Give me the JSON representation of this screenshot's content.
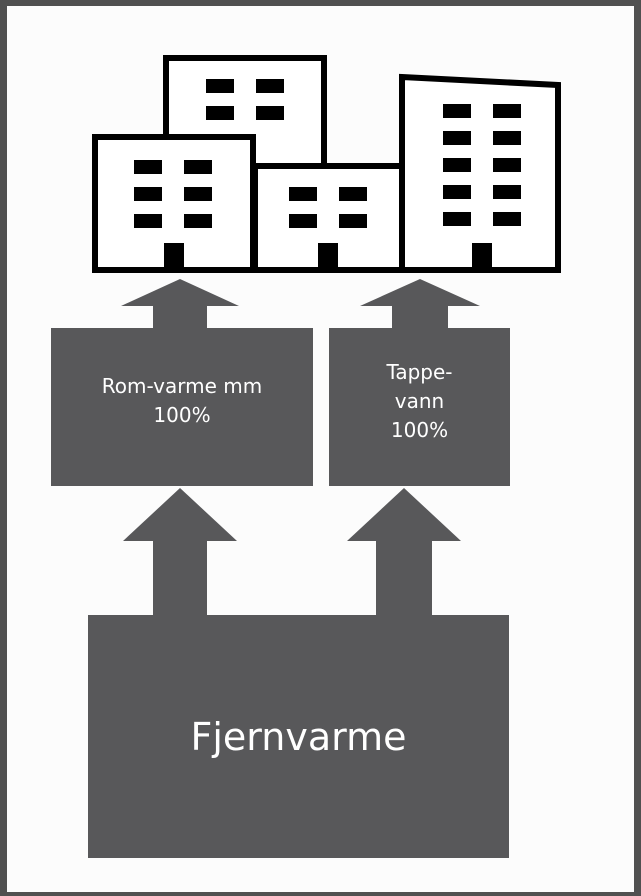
{
  "diagram": {
    "box_left_line1": "Rom-varme mm",
    "box_left_line2": "100%",
    "box_right_line1": "Tappe-",
    "box_right_line2": "vann",
    "box_right_line3": "100%",
    "source_label": "Fjernvarme"
  },
  "colors": {
    "frame": "#505050",
    "background": "#fcfcfc",
    "box_fill": "#58585a",
    "building_stroke": "#000000",
    "text": "#ffffff"
  },
  "icons": {
    "buildings": "city-buildings-icon",
    "arrows": "up-arrow-icon"
  }
}
